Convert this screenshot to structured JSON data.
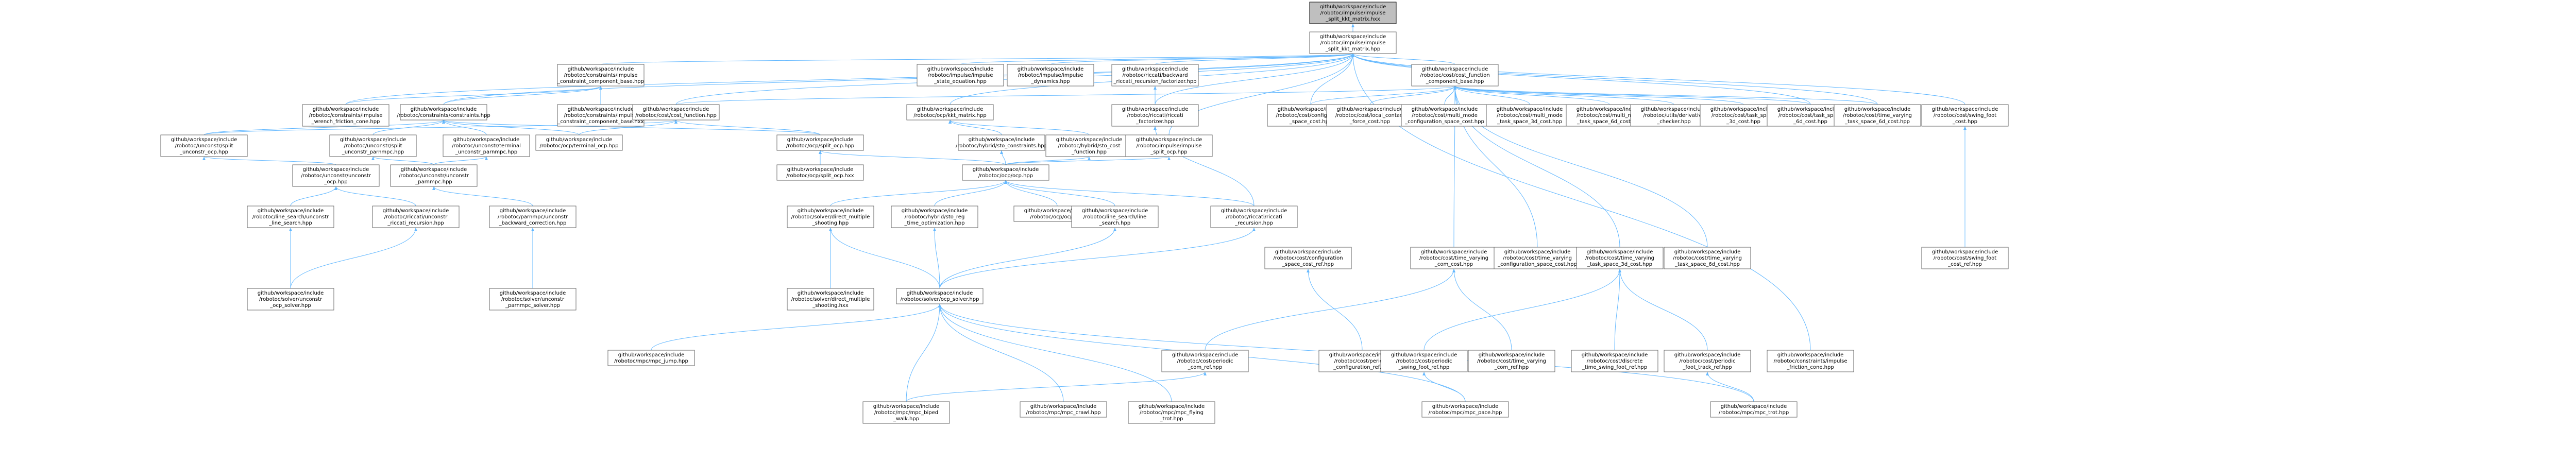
{
  "nodes": [
    {
      "id": "root",
      "lines": [
        "github/workspace/include",
        "/robotoc/impulse/impulse",
        "_split_kkt_matrix.hxx"
      ],
      "root": true
    },
    {
      "id": "isk",
      "lines": [
        "github/workspace/include",
        "/robotoc/impulse/impulse",
        "_split_kkt_matrix.hpp"
      ]
    },
    {
      "id": "ccb",
      "lines": [
        "github/workspace/include",
        "/robotoc/constraints/impulse",
        "_constraint_component_base.hpp"
      ]
    },
    {
      "id": "ise",
      "lines": [
        "github/workspace/include",
        "/robotoc/impulse/impulse",
        "_state_equation.hpp"
      ]
    },
    {
      "id": "idyn",
      "lines": [
        "github/workspace/include",
        "/robotoc/impulse/impulse",
        "_dynamics.hpp"
      ]
    },
    {
      "id": "bwd",
      "lines": [
        "github/workspace/include",
        "/robotoc/riccati/backward",
        "_riccati_recursion_factorizer.hpp"
      ]
    },
    {
      "id": "ccfb",
      "lines": [
        "github/workspace/include",
        "/robotoc/cost/cost_function",
        "_component_base.hpp"
      ]
    },
    {
      "id": "cfr",
      "lines": [
        "github/workspace/include",
        "/robotoc/constraints/impulse",
        "_wrench_friction_cone.hpp"
      ]
    },
    {
      "id": "ccbx",
      "lines": [
        "github/workspace/include",
        "/robotoc/constraints/impulse",
        "_constraint_component_base.hxx"
      ]
    },
    {
      "id": "cons",
      "lines": [
        "github/workspace/include",
        "/robotoc/constraints/constraints.hpp"
      ]
    },
    {
      "id": "cfun",
      "lines": [
        "github/workspace/include",
        "/robotoc/cost/cost_function.hpp"
      ]
    },
    {
      "id": "kkt",
      "lines": [
        "github/workspace/include",
        "/robotoc/ocp/kkt_matrix.hpp"
      ]
    },
    {
      "id": "rfac",
      "lines": [
        "github/workspace/include",
        "/robotoc/riccati/riccati",
        "_factorizer.hpp"
      ]
    },
    {
      "id": "cfg",
      "lines": [
        "github/workspace/include",
        "/robotoc/cost/configuration",
        "_space_cost.hpp"
      ]
    },
    {
      "id": "lcf",
      "lines": [
        "github/workspace/include",
        "/robotoc/cost/local_contact",
        "_force_cost.hpp"
      ]
    },
    {
      "id": "cmcfg",
      "lines": [
        "github/workspace/include",
        "/robotoc/cost/multi_mode",
        "_configuration_space_cost.hpp"
      ]
    },
    {
      "id": "cmts",
      "lines": [
        "github/workspace/include",
        "/robotoc/cost/multi_mode",
        "_task_space_3d_cost.hpp"
      ]
    },
    {
      "id": "cmts6",
      "lines": [
        "github/workspace/include",
        "/robotoc/cost/multi_mode",
        "_task_space_6d_cost.hpp"
      ]
    },
    {
      "id": "deriv",
      "lines": [
        "github/workspace/include",
        "/robotoc/utils/derivative",
        "_checker.hpp"
      ]
    },
    {
      "id": "ts3",
      "lines": [
        "github/workspace/include",
        "/robotoc/cost/task_space",
        "_3d_cost.hpp"
      ]
    },
    {
      "id": "ts6",
      "lines": [
        "github/workspace/include",
        "/robotoc/cost/task_space",
        "_6d_cost.hpp"
      ]
    },
    {
      "id": "tvts",
      "lines": [
        "github/workspace/include",
        "/robotoc/cost/time_varying",
        "_task_space_6d_cost.hpp"
      ]
    },
    {
      "id": "swf",
      "lines": [
        "github/workspace/include",
        "/robotoc/cost/swing_foot",
        "_cost.hpp"
      ]
    },
    {
      "id": "split",
      "lines": [
        "github/workspace/include",
        "/robotoc/unconstr/split",
        "_unconstr_ocp.hpp"
      ]
    },
    {
      "id": "term",
      "lines": [
        "github/workspace/include",
        "/robotoc/ocp/terminal_ocp.hpp"
      ]
    },
    {
      "id": "uterm",
      "lines": [
        "github/workspace/include",
        "/robotoc/unconstr/terminal",
        "_unconstr_parnmpc.hpp"
      ]
    },
    {
      "id": "usplit",
      "lines": [
        "github/workspace/include",
        "/robotoc/unconstr/split",
        "_unconstr_parnmpc.hpp"
      ]
    },
    {
      "id": "socp",
      "lines": [
        "github/workspace/include",
        "/robotoc/ocp/split_ocp.hpp"
      ]
    },
    {
      "id": "hyb",
      "lines": [
        "github/workspace/include",
        "/robotoc/hybrid/sto_constraints.hpp"
      ]
    },
    {
      "id": "hybc",
      "lines": [
        "github/workspace/include",
        "/robotoc/hybrid/sto_cost",
        "_function.hpp"
      ]
    },
    {
      "id": "isocp",
      "lines": [
        "github/workspace/include",
        "/robotoc/impulse/impulse",
        "_split_ocp.hpp"
      ]
    },
    {
      "id": "socpx",
      "lines": [
        "github/workspace/include",
        "/robotoc/ocp/split_ocp.hxx"
      ]
    },
    {
      "id": "ocp",
      "lines": [
        "github/workspace/include",
        "/robotoc/ocp/ocp.hpp"
      ]
    },
    {
      "id": "uocp",
      "lines": [
        "github/workspace/include",
        "/robotoc/unconstr/unconstr",
        "_ocp.hpp"
      ]
    },
    {
      "id": "upar",
      "lines": [
        "github/workspace/include",
        "/robotoc/unconstr/unconstr",
        "_parnmpc.hpp"
      ]
    },
    {
      "id": "uls",
      "lines": [
        "github/workspace/include",
        "/robotoc/line_search/unconstr",
        "_line_search.hpp"
      ]
    },
    {
      "id": "urec",
      "lines": [
        "github/workspace/include",
        "/robotoc/riccati/unconstr",
        "_riccati_recursion.hpp"
      ]
    },
    {
      "id": "ubk",
      "lines": [
        "github/workspace/include",
        "/robotoc/parnmpc/unconstr",
        "_backward_correction.hpp"
      ]
    },
    {
      "id": "dms",
      "lines": [
        "github/workspace/include",
        "/robotoc/solver/direct_multiple",
        "_shooting.hpp"
      ]
    },
    {
      "id": "stoo",
      "lines": [
        "github/workspace/include",
        "/robotoc/hybrid/sto_reg",
        "_time_optimization.hpp"
      ]
    },
    {
      "id": "ocpx",
      "lines": [
        "github/workspace/include",
        "/robotoc/ocp/ocp.hxx"
      ]
    },
    {
      "id": "ls",
      "lines": [
        "github/workspace/include",
        "/robotoc/line_search/line",
        "_search.hpp"
      ]
    },
    {
      "id": "rrr",
      "lines": [
        "github/workspace/include",
        "/robotoc/riccati/riccati",
        "_recursion.hpp"
      ]
    },
    {
      "id": "ccfg",
      "lines": [
        "github/workspace/include",
        "/robotoc/cost/configuration",
        "_space_cost_ref.hpp"
      ]
    },
    {
      "id": "tvcom",
      "lines": [
        "github/workspace/include",
        "/robotoc/cost/time_varying",
        "_com_cost.hpp"
      ]
    },
    {
      "id": "tvcfg",
      "lines": [
        "github/workspace/include",
        "/robotoc/cost/time_varying",
        "_configuration_space_cost.hpp"
      ]
    },
    {
      "id": "tvts3",
      "lines": [
        "github/workspace/include",
        "/robotoc/cost/time_varying",
        "_task_space_3d_cost.hpp"
      ]
    },
    {
      "id": "tvts6",
      "lines": [
        "github/workspace/include",
        "/robotoc/cost/time_varying",
        "_task_space_6d_cost.hpp"
      ]
    },
    {
      "id": "swr",
      "lines": [
        "github/workspace/include",
        "/robotoc/cost/swing_foot",
        "_cost_ref.hpp"
      ]
    },
    {
      "id": "uocps",
      "lines": [
        "github/workspace/include",
        "/robotoc/solver/unconstr",
        "_ocp_solver.hpp"
      ]
    },
    {
      "id": "ups",
      "lines": [
        "github/workspace/include",
        "/robotoc/solver/unconstr",
        "_parnmpc_solver.hpp"
      ]
    },
    {
      "id": "dmsx",
      "lines": [
        "github/workspace/include",
        "/robotoc/solver/direct_multiple",
        "_shooting.hxx"
      ]
    },
    {
      "id": "ocps",
      "lines": [
        "github/workspace/include",
        "/robotoc/solver/ocp_solver.hpp"
      ]
    },
    {
      "id": "pjump",
      "lines": [
        "github/workspace/include",
        "/robotoc/mpc/mpc_jump.hpp"
      ]
    },
    {
      "id": "pcom",
      "lines": [
        "github/workspace/include",
        "/robotoc/cost/periodic",
        "_com_ref.hpp"
      ]
    },
    {
      "id": "pbip",
      "lines": [
        "github/workspace/include",
        "/robotoc/mpc/mpc_biped",
        "_walk.hpp"
      ]
    },
    {
      "id": "pcrawl",
      "lines": [
        "github/workspace/include",
        "/robotoc/mpc/mpc_crawl.hpp"
      ]
    },
    {
      "id": "ptrot",
      "lines": [
        "github/workspace/include",
        "/robotoc/mpc/mpc_trot.hpp"
      ]
    },
    {
      "id": "pfly",
      "lines": [
        "github/workspace/include",
        "/robotoc/mpc/mpc_flying",
        "_trot.hpp"
      ]
    },
    {
      "id": "ppace",
      "lines": [
        "github/workspace/include",
        "/robotoc/mpc/mpc_pace.hpp"
      ]
    },
    {
      "id": "pcfg",
      "lines": [
        "github/workspace/include",
        "/robotoc/cost/periodic",
        "_configuration_ref.hpp"
      ]
    },
    {
      "id": "pswf",
      "lines": [
        "github/workspace/include",
        "/robotoc/cost/periodic",
        "_swing_foot_ref.hpp"
      ]
    },
    {
      "id": "ptime",
      "lines": [
        "github/workspace/include",
        "/robotoc/cost/discrete",
        "_time_swing_foot_ref.hpp"
      ]
    },
    {
      "id": "ptrack",
      "lines": [
        "github/workspace/include",
        "/robotoc/cost/periodic",
        "_foot_track_ref.hpp"
      ]
    },
    {
      "id": "fcone",
      "lines": [
        "github/workspace/include",
        "/robotoc/constraints/impulse",
        "_friction_cone.hpp"
      ]
    },
    {
      "id": "pcomr",
      "lines": [
        "github/workspace/include",
        "/robotoc/cost/time_varying",
        "_com_ref.hpp"
      ]
    }
  ]
}
